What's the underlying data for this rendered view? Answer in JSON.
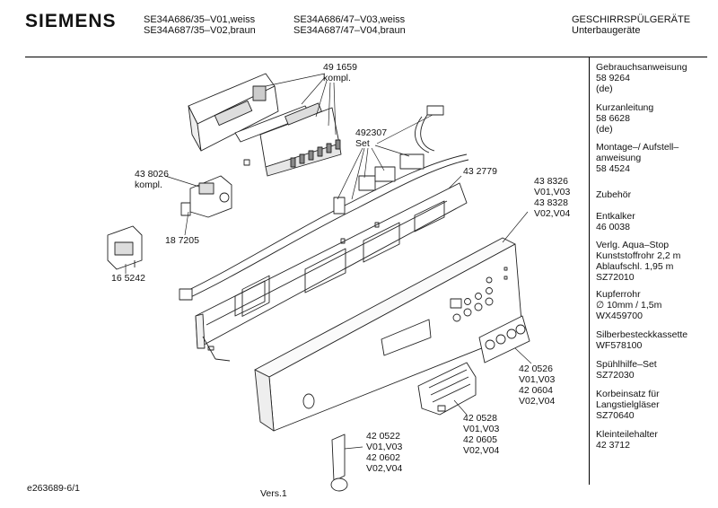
{
  "header": {
    "brand": "SIEMENS",
    "models_col1": [
      "SE34A686/35–V01,weiss",
      "SE34A687/35–V02,braun"
    ],
    "models_col2": [
      "SE34A686/47–V03,weiss",
      "SE34A687/47–V04,braun"
    ],
    "category": [
      "GESCHIRRSPÜLGERÄTE",
      "Unterbaugeräte"
    ]
  },
  "sidebar": [
    [
      "Gebrauchsanweisung",
      "58 9264",
      "(de)"
    ],
    [
      "Kurzanleitung",
      "58 6628",
      "(de)"
    ],
    [
      "Montage–/ Aufstell–",
      "anweisung",
      "58 4524"
    ],
    [
      "Zubehör"
    ],
    [
      "Entkalker",
      "46 0038"
    ],
    [
      "Verlg. Aqua–Stop",
      "Kunststoffrohr 2,2 m",
      "Ablaufschl. 1,95 m",
      "SZ72010"
    ],
    [
      "Kupferrohr",
      "∅ 10mm / 1,5m",
      "WX459700"
    ],
    [
      "Silberbesteckkassette",
      "WF578100"
    ],
    [
      "Spühlhilfe–Set",
      "SZ72030"
    ],
    [
      "Korbeinsatz für",
      "Langstielgläser",
      "SZ70640"
    ],
    [
      "Kleinteilehalter",
      "42 3712"
    ]
  ],
  "parts": {
    "p491659": [
      "49 1659",
      "kompl."
    ],
    "p492307": [
      "492307",
      "Set"
    ],
    "p438026": [
      "43 8026",
      "kompl."
    ],
    "p432779": [
      "43 2779"
    ],
    "p438326": [
      "43 8326",
      "V01,V03",
      "43 8328",
      "V02,V04"
    ],
    "p187205": [
      "18 7205"
    ],
    "p165242": [
      "16 5242"
    ],
    "p420526": [
      "42 0526",
      "V01,V03",
      "42 0604",
      "V02,V04"
    ],
    "p420528": [
      "42 0528",
      "V01,V03",
      "42 0605",
      "V02,V04"
    ],
    "p420522": [
      "42 0522",
      "V01,V03",
      "42 0602",
      "V02,V04"
    ]
  },
  "footer": {
    "doc_id": "e263689-6/1",
    "version": "Vers.1"
  }
}
